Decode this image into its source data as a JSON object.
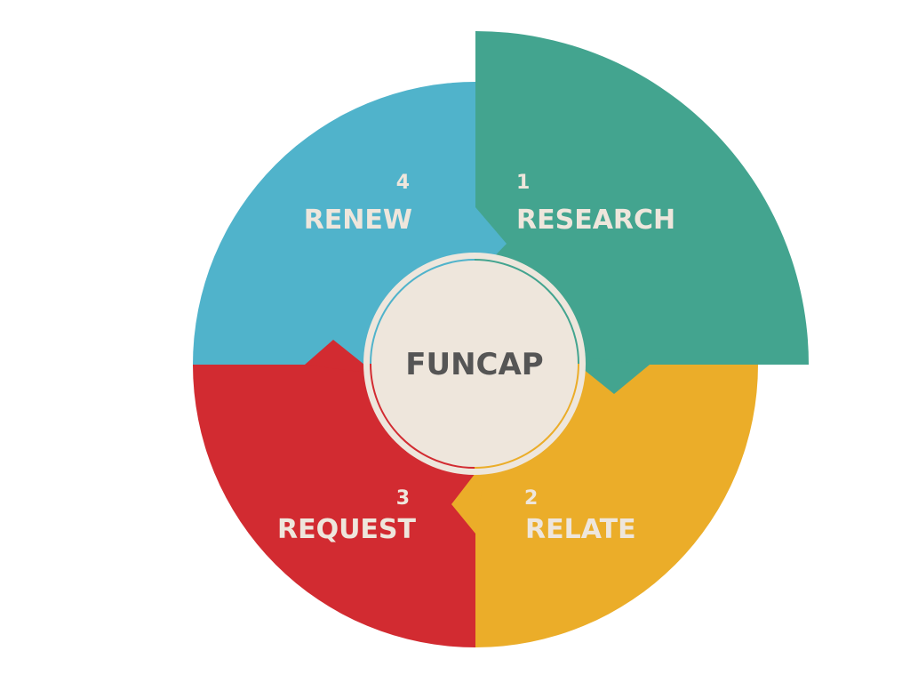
{
  "center": {
    "label": "FUNCAP"
  },
  "steps": [
    {
      "number": "1",
      "label": "RESEARCH",
      "color": "#43A48F"
    },
    {
      "number": "2",
      "label": "RELATE",
      "color": "#EBAD29"
    },
    {
      "number": "3",
      "label": "REQUEST",
      "color": "#D22B31"
    },
    {
      "number": "4",
      "label": "RENEW",
      "color": "#50B3CB"
    }
  ],
  "colors": {
    "cream": "#EEE6DC",
    "text": "#555555"
  }
}
